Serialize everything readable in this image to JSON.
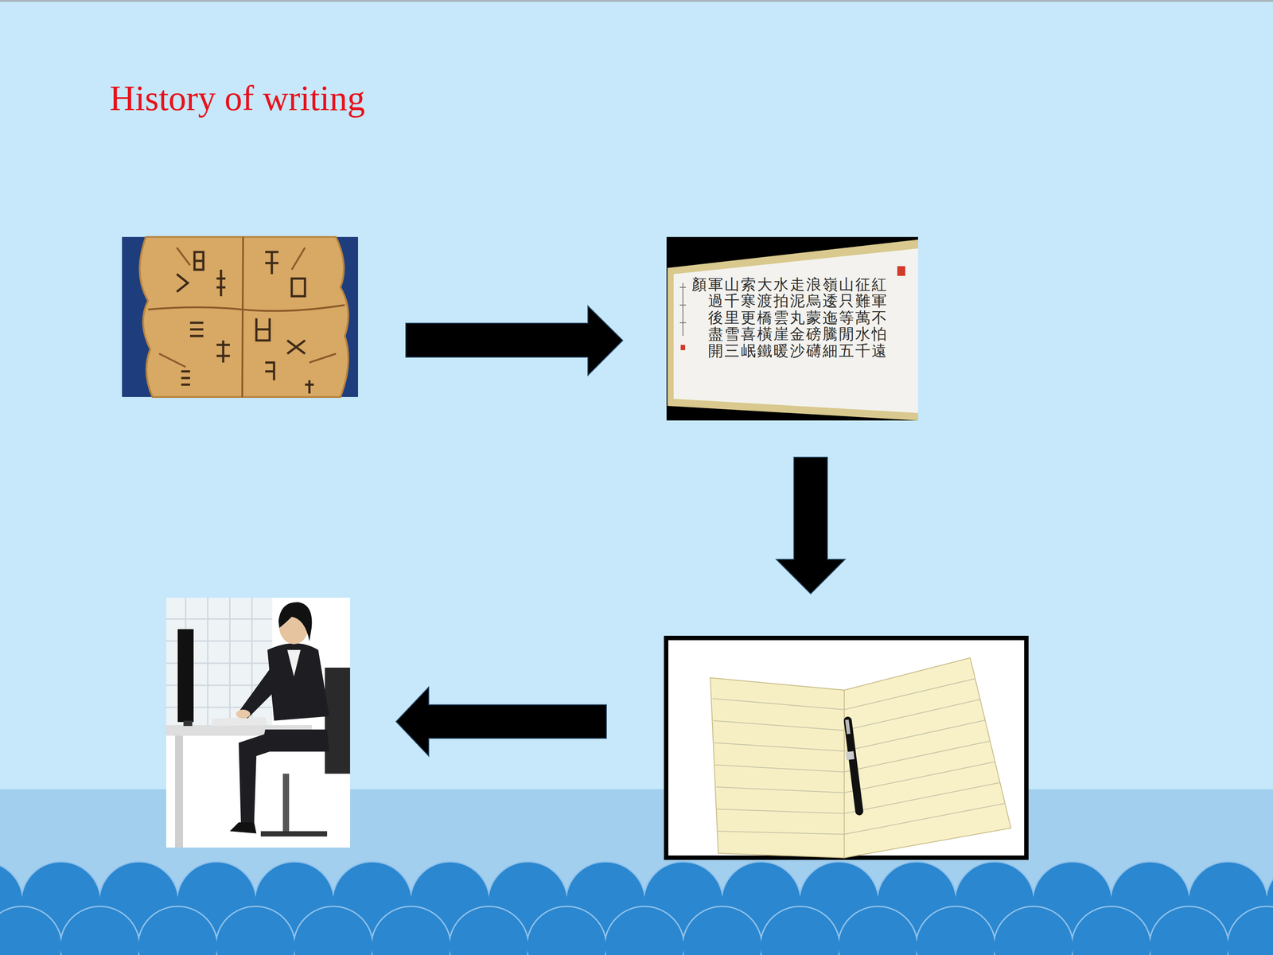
{
  "diagram": {
    "title": "History of writing",
    "labels": [
      "紅軍不怕遠",
      "征難萬水千",
      "山只等閒五",
      "嶺逶迤騰細",
      "浪烏蒙磅礴",
      "走泥丸金沙",
      "水拍雲崖暖",
      "大渡橋橫鐵",
      "索寒更喜岷",
      "山千里雪三",
      "軍過後盡開",
      "顏"
    ]
  }
}
